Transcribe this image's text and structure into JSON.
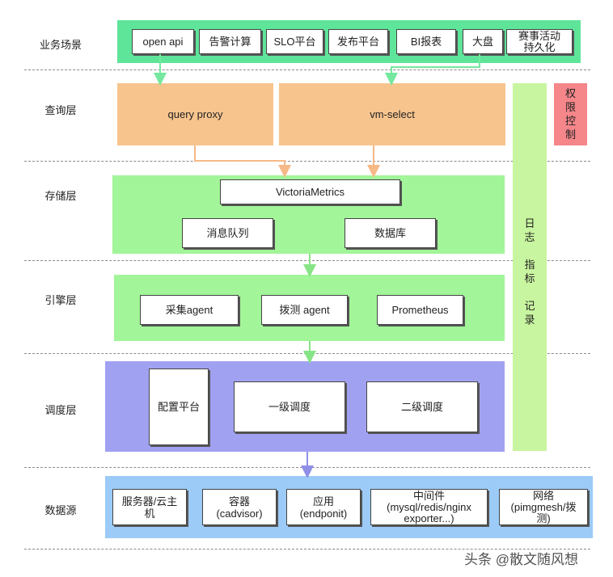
{
  "layers": [
    {
      "id": "biz",
      "label": "业务场景"
    },
    {
      "id": "query",
      "label": "查询层"
    },
    {
      "id": "storage",
      "label": "存储层"
    },
    {
      "id": "engine",
      "label": "引擎层"
    },
    {
      "id": "sched",
      "label": "调度层"
    },
    {
      "id": "source",
      "label": "数据源"
    }
  ],
  "business": [
    "open api",
    "告警计算",
    "SLO平台",
    "发布平台",
    "BI报表",
    "大盘",
    "赛事活动\n持久化"
  ],
  "query": {
    "left": "query proxy",
    "right": "vm-select"
  },
  "storage": {
    "main": "VictoriaMetrics",
    "queue": "消息队列",
    "db": "数据库"
  },
  "engine": [
    "采集agent",
    "拨测 agent",
    "Prometheus"
  ],
  "scheduler": {
    "config": "配置平台",
    "level1": "一级调度",
    "level2": "二级调度"
  },
  "sources": [
    "服务器/云主\n机",
    "容器\n(cadvisor)",
    "应用\n(endponit)",
    "中间件\n(mysql/redis/nginx\nexporter...)",
    "网络\n(pimgmesh/拨\n测)"
  ],
  "side_log": "日\n志\n\n指\n标\n\n记\n录",
  "side_auth": "权\n限\n控\n制",
  "watermark": "头条 @散文随风想",
  "colors": {
    "biz": "#5ee59a",
    "query": "#f7c48e",
    "storage": "#a2f598",
    "engine": "#a2f598",
    "sched": "#a1a1f2",
    "source": "#9ccbf7",
    "auth": "#f5868a",
    "side": "#c8f59f"
  }
}
